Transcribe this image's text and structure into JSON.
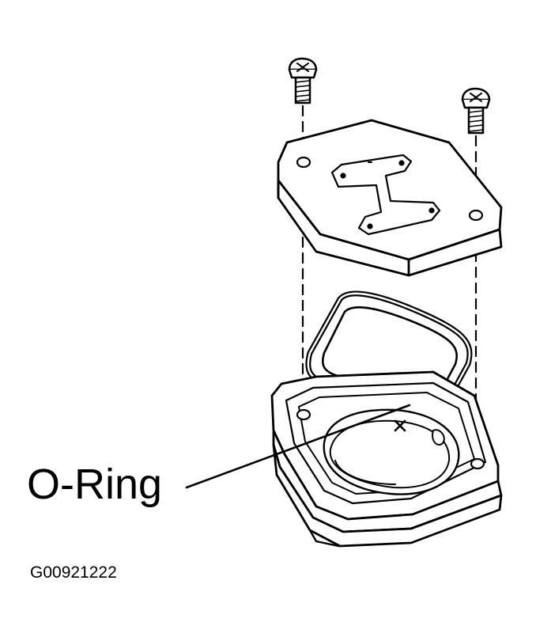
{
  "diagram": {
    "callouts": [
      {
        "id": "o-ring",
        "text": "O-Ring"
      }
    ],
    "figure_id": "G00921222",
    "parts": [
      "screw",
      "cover-plate",
      "o-ring",
      "housing-base"
    ],
    "colors": {
      "ink": "#000000",
      "background": "#ffffff"
    }
  }
}
